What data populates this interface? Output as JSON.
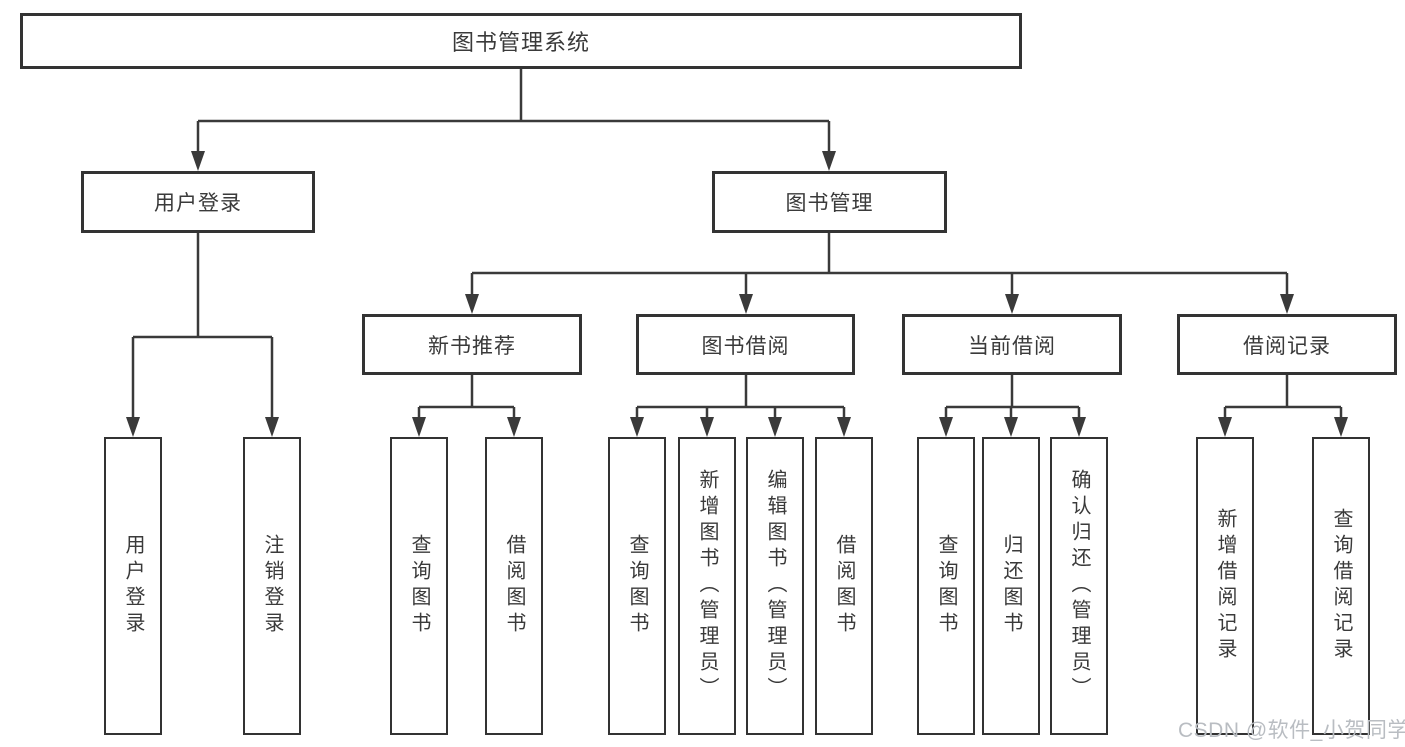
{
  "diagram": {
    "title": "图书管理系统",
    "tree": {
      "label": "图书管理系统",
      "children": [
        {
          "label": "用户登录",
          "children": [
            {
              "label": "用户登录"
            },
            {
              "label": "注销登录"
            }
          ]
        },
        {
          "label": "图书管理",
          "children": [
            {
              "label": "新书推荐",
              "children": [
                {
                  "label": "查询图书"
                },
                {
                  "label": "借阅图书"
                }
              ]
            },
            {
              "label": "图书借阅",
              "children": [
                {
                  "label": "查询图书"
                },
                {
                  "label": "新增图书（管理员）"
                },
                {
                  "label": "编辑图书（管理员）"
                },
                {
                  "label": "借阅图书"
                }
              ]
            },
            {
              "label": "当前借阅",
              "children": [
                {
                  "label": "查询图书"
                },
                {
                  "label": "归还图书"
                },
                {
                  "label": "确认归还（管理员）"
                }
              ]
            },
            {
              "label": "借阅记录",
              "children": [
                {
                  "label": "新增借阅记录"
                },
                {
                  "label": "查询借阅记录"
                }
              ]
            }
          ]
        }
      ]
    }
  },
  "watermark": {
    "text": "CSDN @软件_小贺同学"
  },
  "colors": {
    "line": "#3a3a3a",
    "box_border": "#333333",
    "text": "#3a3a3a",
    "background": "#ffffff",
    "watermark": "#b9bdc2"
  }
}
